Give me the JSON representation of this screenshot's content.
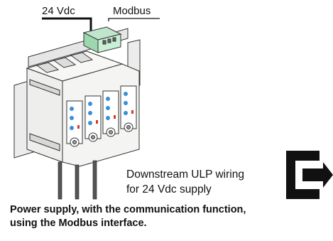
{
  "labels": {
    "supply": "24 Vdc",
    "bus": "Modbus"
  },
  "wiring_note": {
    "line1": "Downstream ULP wiring",
    "line2": "for 24 Vdc supply"
  },
  "caption": {
    "line1": "Power supply, with the communication function,",
    "line2": "using the Modbus interface."
  },
  "icons": {
    "connector": "connector-exit-arrow-icon"
  },
  "colors": {
    "outline": "#333333",
    "led_blue": "#3a8fd8",
    "led_red": "#d83a2a",
    "module_body": "#f4f4f2",
    "connector_green": "#9ed6b0"
  }
}
